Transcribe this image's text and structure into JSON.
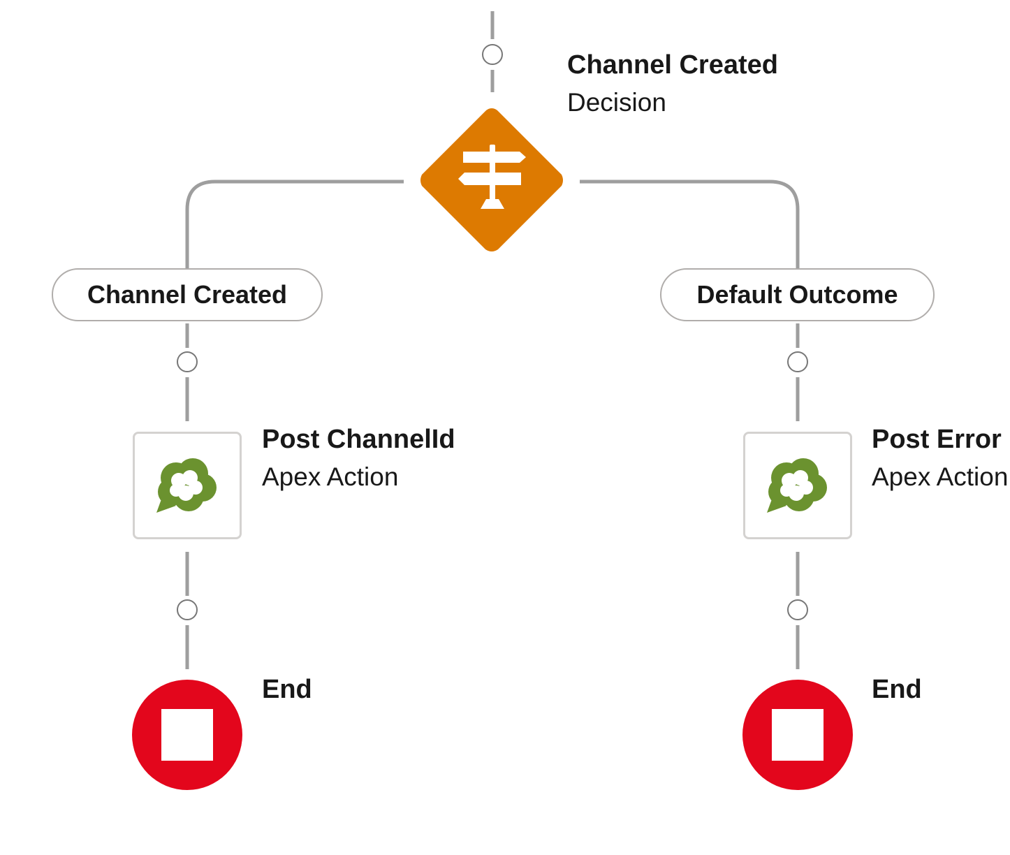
{
  "decision": {
    "title": "Channel Created",
    "type": "Decision",
    "icon": "signpost-icon",
    "color": "#dd7a01"
  },
  "outcomes": [
    {
      "label": "Channel Created"
    },
    {
      "label": "Default Outcome"
    }
  ],
  "actions": [
    {
      "title": "Post ChannelId",
      "type": "Apex Action",
      "icon": "chatter-cloud-icon"
    },
    {
      "title": "Post Error",
      "type": "Apex Action",
      "icon": "chatter-cloud-icon"
    }
  ],
  "ends": [
    {
      "title": "End"
    },
    {
      "title": "End"
    }
  ],
  "colors": {
    "connector": "#9e9e9e",
    "decision": "#dd7a01",
    "action_icon": "#6b922f",
    "end": "#e3061c"
  }
}
